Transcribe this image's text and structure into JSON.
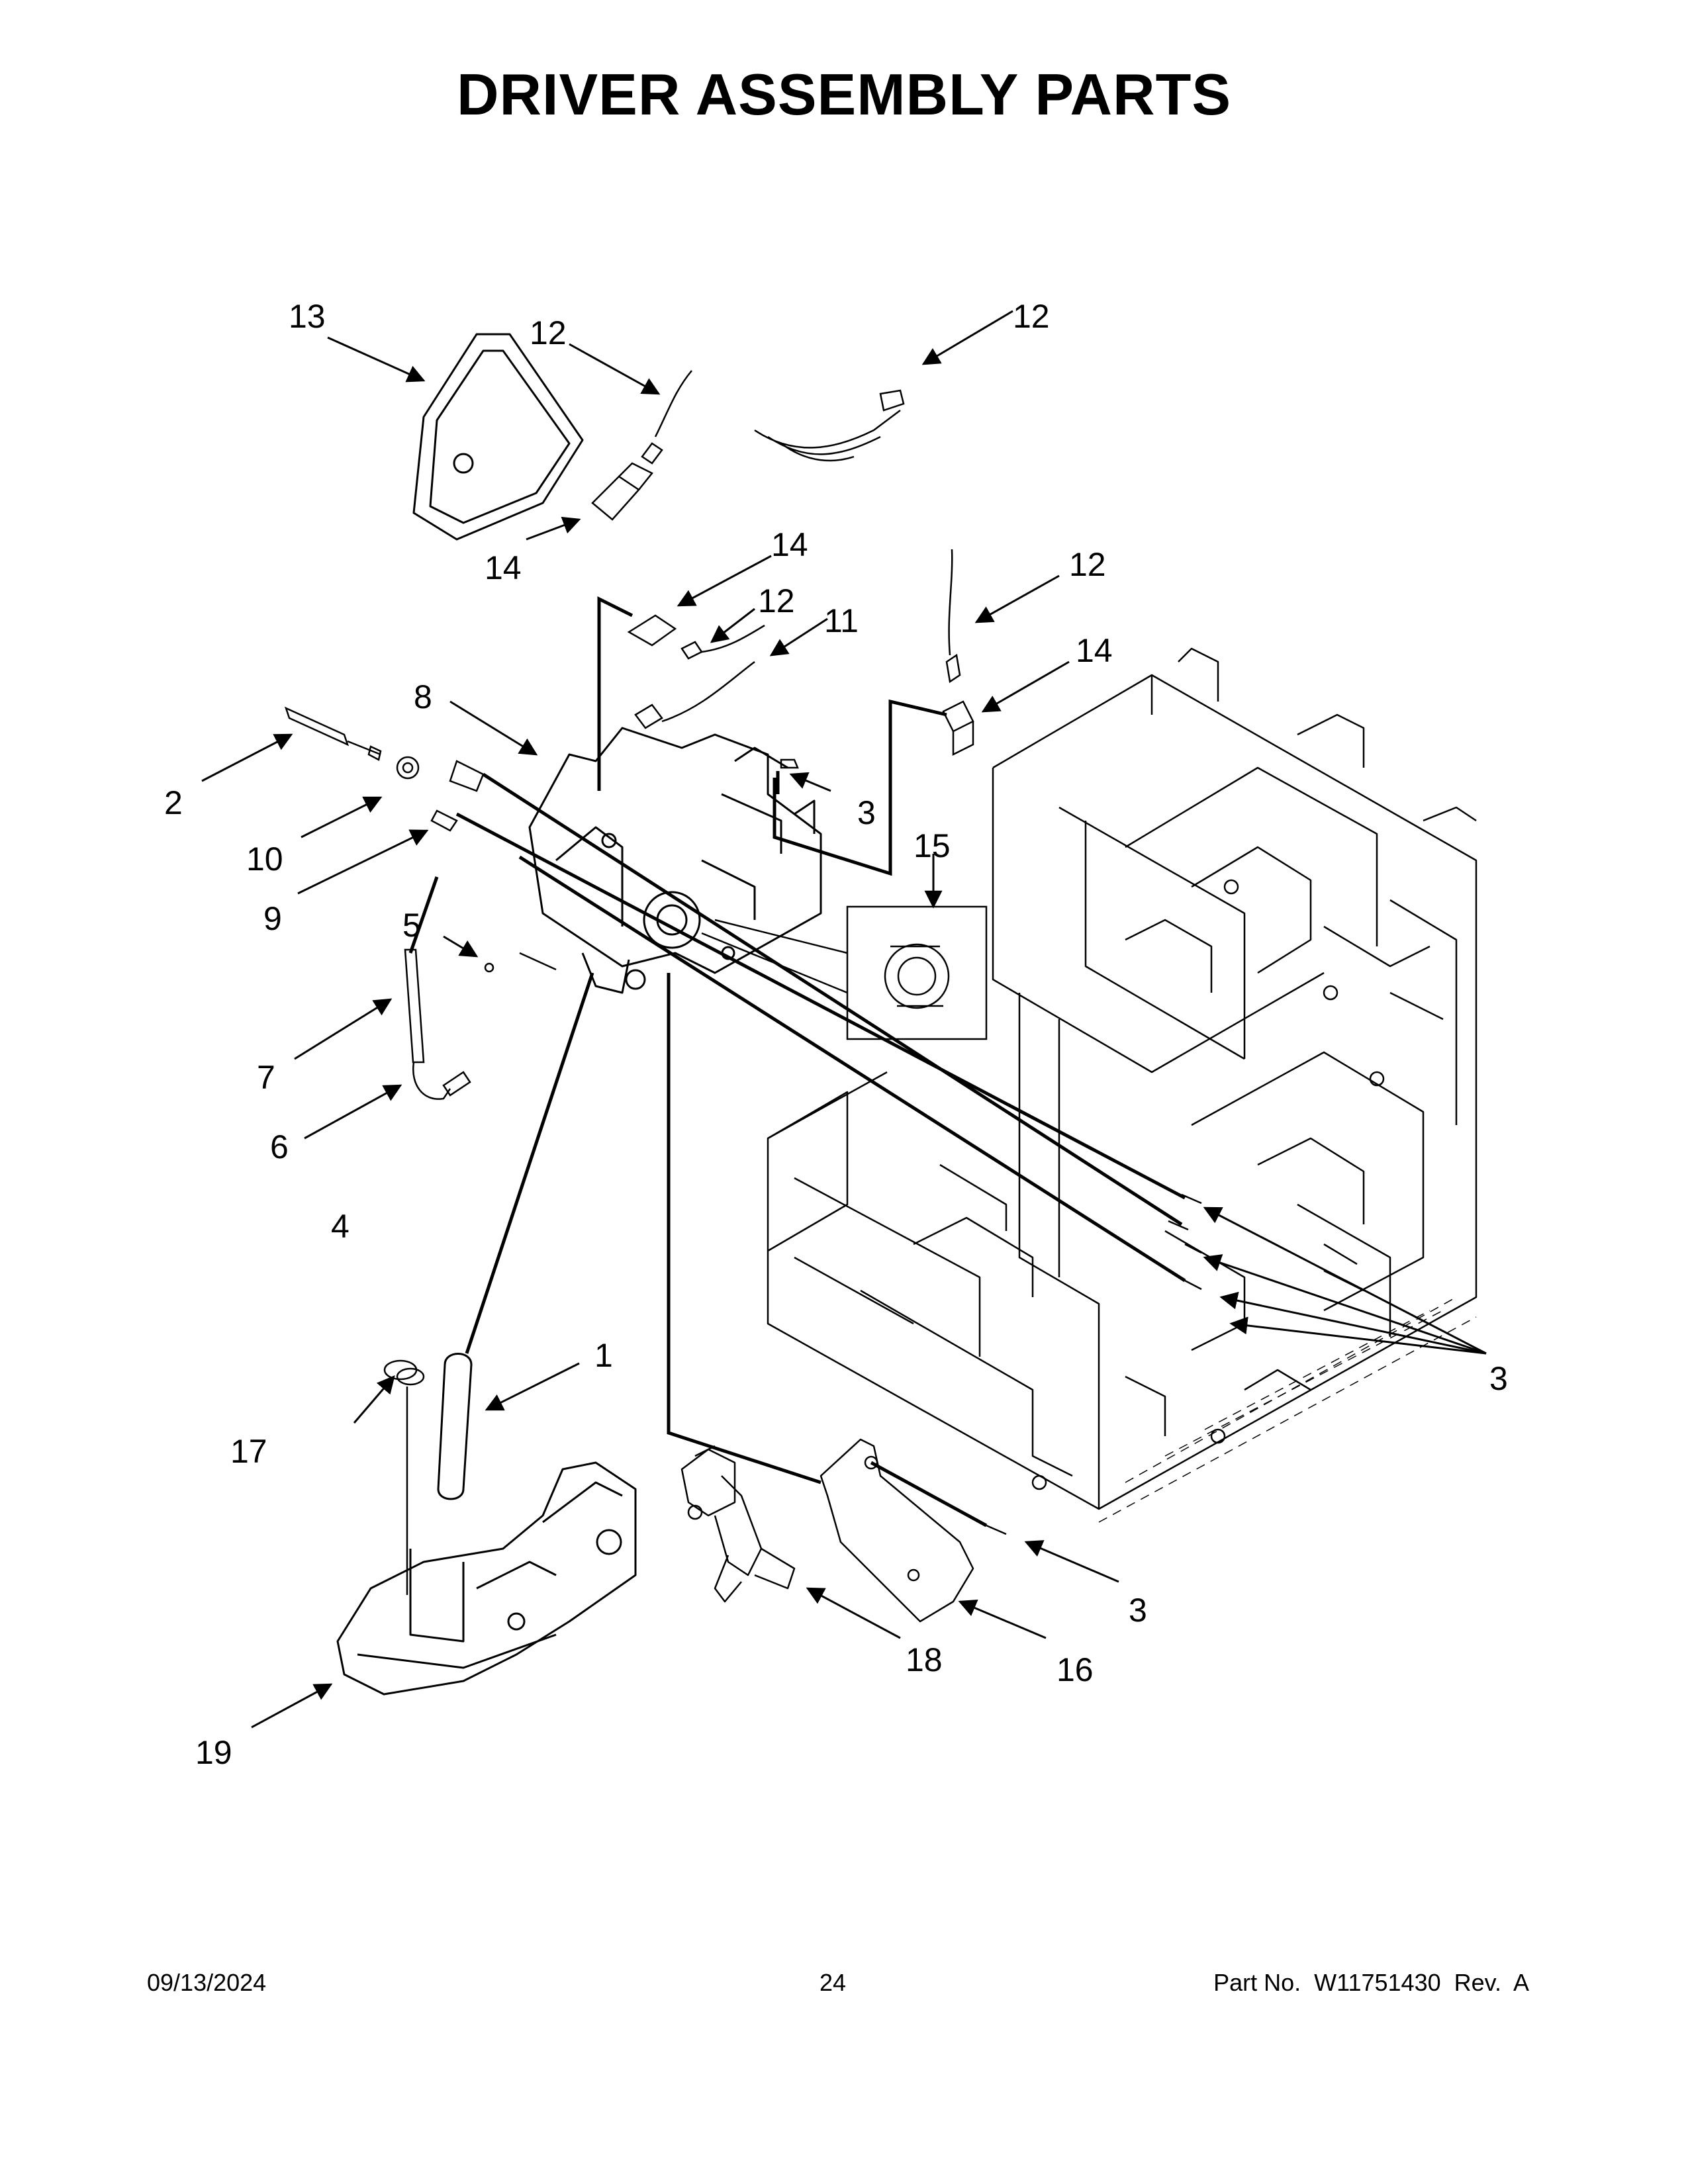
{
  "title": "DRIVER ASSEMBLY PARTS",
  "callouts": [
    {
      "id": "13",
      "text": "13"
    },
    {
      "id": "12a",
      "text": "12"
    },
    {
      "id": "12b",
      "text": "12"
    },
    {
      "id": "14a",
      "text": "14"
    },
    {
      "id": "14b",
      "text": "14"
    },
    {
      "id": "12c",
      "text": "12"
    },
    {
      "id": "11",
      "text": "11"
    },
    {
      "id": "12d",
      "text": "12"
    },
    {
      "id": "14c",
      "text": "14"
    },
    {
      "id": "8",
      "text": "8"
    },
    {
      "id": "2",
      "text": "2"
    },
    {
      "id": "3a",
      "text": "3"
    },
    {
      "id": "15",
      "text": "15"
    },
    {
      "id": "10",
      "text": "10"
    },
    {
      "id": "9",
      "text": "9"
    },
    {
      "id": "5",
      "text": "5"
    },
    {
      "id": "7",
      "text": "7"
    },
    {
      "id": "6",
      "text": "6"
    },
    {
      "id": "4",
      "text": "4"
    },
    {
      "id": "1",
      "text": "1"
    },
    {
      "id": "3b",
      "text": "3"
    },
    {
      "id": "17",
      "text": "17"
    },
    {
      "id": "3c",
      "text": "3"
    },
    {
      "id": "18",
      "text": "18"
    },
    {
      "id": "16",
      "text": "16"
    },
    {
      "id": "19",
      "text": "19"
    }
  ],
  "footer": {
    "date": "09/13/2024",
    "page": "24",
    "part": "Part No.  W11751430  Rev.  A"
  }
}
